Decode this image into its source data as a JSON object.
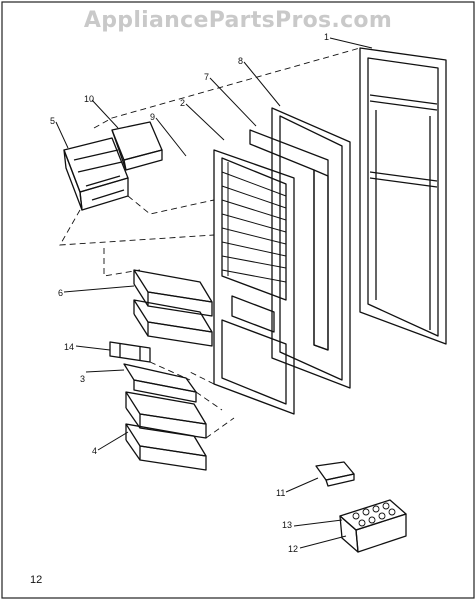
{
  "watermark": "AppliancePartsPros.com",
  "page_number": "12",
  "callouts": [
    {
      "id": "c1",
      "label": "1"
    },
    {
      "id": "c2",
      "label": "2"
    },
    {
      "id": "c3",
      "label": "3"
    },
    {
      "id": "c4",
      "label": "4"
    },
    {
      "id": "c5",
      "label": "5"
    },
    {
      "id": "c6",
      "label": "6"
    },
    {
      "id": "c7",
      "label": "7"
    },
    {
      "id": "c8",
      "label": "8"
    },
    {
      "id": "c9",
      "label": "9"
    },
    {
      "id": "c10",
      "label": "10"
    },
    {
      "id": "c11",
      "label": "11"
    },
    {
      "id": "c12",
      "label": "12"
    },
    {
      "id": "c13",
      "label": "13"
    },
    {
      "id": "c14",
      "label": "14"
    }
  ]
}
